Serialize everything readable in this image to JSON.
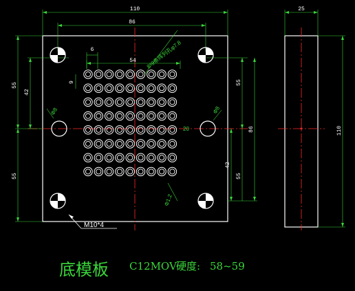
{
  "drawing": {
    "title": "底模板",
    "material": "C12MOV",
    "hardness_label": "硬度:",
    "hardness_value": "58~59",
    "hole_note": "M10*4",
    "array_note": "8*9条阵列孔φ7.8",
    "dims": {
      "plate_width": "110",
      "hole_span_width": "86",
      "array_width": "54",
      "pitch": "6",
      "row_pitch": "9",
      "left_upper": "55",
      "left_inner": "42",
      "left_lower": "55",
      "right_upper": "55",
      "right_inner": "42",
      "right_lower": "55",
      "right_total": "86",
      "side_thickness": "25",
      "side_height": "110",
      "pin_dia_left": "Φ8",
      "pin_dia_right": "Φ8",
      "small_dia": "Φ1.2",
      "center_mark": "20"
    },
    "grid": {
      "rows": 8,
      "cols": 9
    },
    "colors": {
      "outline": "#ffffff",
      "centerline": "#ff2a2a",
      "dimension": "#3ad63a",
      "text": "#3ad63a",
      "holes": "#ffffff"
    }
  }
}
